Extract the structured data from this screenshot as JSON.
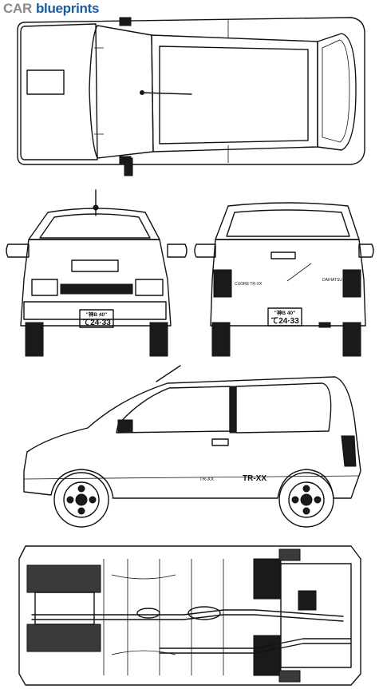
{
  "logo": {
    "word1": "CAR",
    "word2": "blueprints"
  },
  "views": {
    "top": {
      "name": "top-view"
    },
    "front": {
      "plate_line1": "\"神B 40\"",
      "plate_line2": "て24·33"
    },
    "rear": {
      "plate_line1": "\"神B 40\"",
      "plate_line2": "て24·33",
      "badge_left": "CUORE TR-XX",
      "badge_right": "DAIHATSU"
    },
    "side": {
      "decal_model": "TR-XX",
      "decal_stripe": "TR-XX"
    },
    "underside": {
      "name": "underside-view"
    }
  },
  "colors": {
    "logo_car": "#8a8a8a",
    "logo_blueprints": "#1a5a9e",
    "line": "#111111"
  }
}
